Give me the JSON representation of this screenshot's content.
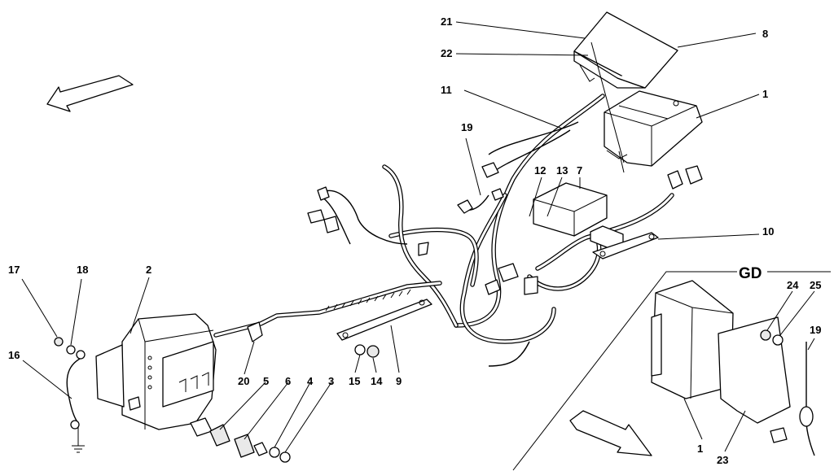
{
  "diagram": {
    "section_label": "GD",
    "callouts": [
      {
        "id": "c21",
        "label": "21"
      },
      {
        "id": "c22",
        "label": "22"
      },
      {
        "id": "c8",
        "label": "8"
      },
      {
        "id": "c11",
        "label": "11"
      },
      {
        "id": "c1a",
        "label": "1"
      },
      {
        "id": "c19a",
        "label": "19"
      },
      {
        "id": "c12",
        "label": "12"
      },
      {
        "id": "c13",
        "label": "13"
      },
      {
        "id": "c7",
        "label": "7"
      },
      {
        "id": "c10",
        "label": "10"
      },
      {
        "id": "c17",
        "label": "17"
      },
      {
        "id": "c18",
        "label": "18"
      },
      {
        "id": "c2",
        "label": "2"
      },
      {
        "id": "c16",
        "label": "16"
      },
      {
        "id": "c20",
        "label": "20"
      },
      {
        "id": "c5",
        "label": "5"
      },
      {
        "id": "c6",
        "label": "6"
      },
      {
        "id": "c4",
        "label": "4"
      },
      {
        "id": "c3",
        "label": "3"
      },
      {
        "id": "c15",
        "label": "15"
      },
      {
        "id": "c14",
        "label": "14"
      },
      {
        "id": "c9",
        "label": "9"
      },
      {
        "id": "c24",
        "label": "24"
      },
      {
        "id": "c25",
        "label": "25"
      },
      {
        "id": "c19b",
        "label": "19"
      },
      {
        "id": "c1b",
        "label": "1"
      },
      {
        "id": "c23",
        "label": "23"
      }
    ]
  }
}
